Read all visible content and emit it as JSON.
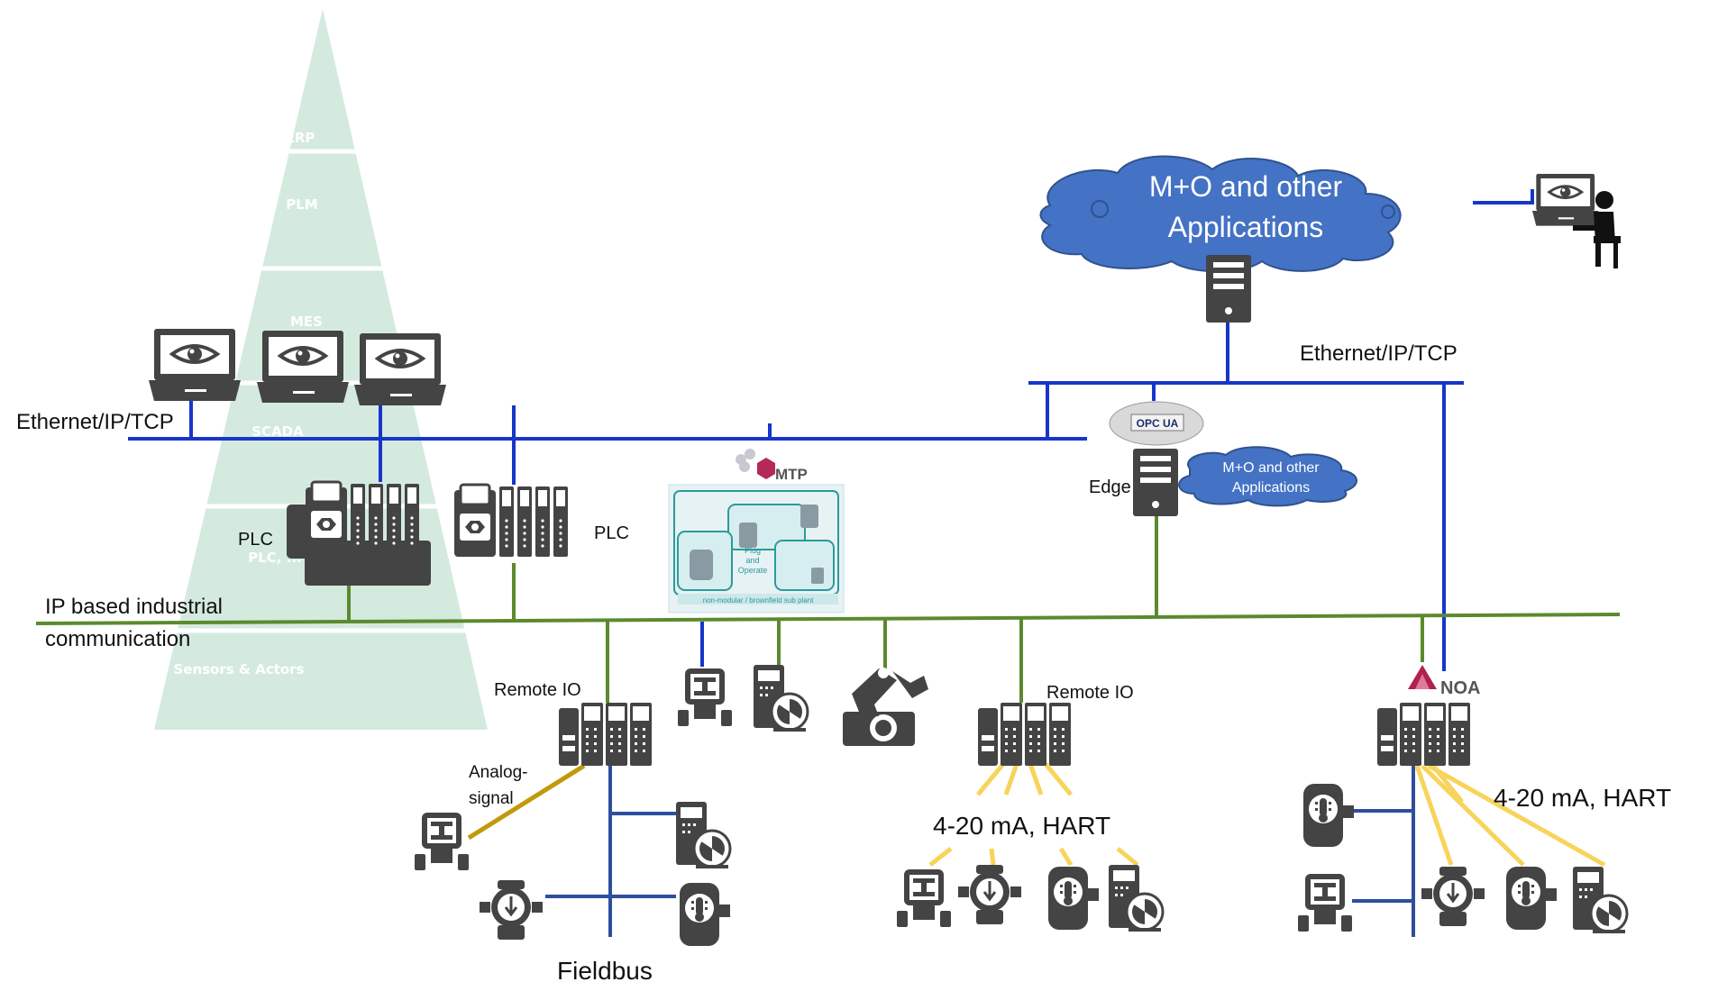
{
  "pyramid": {
    "levels": [
      "ERP",
      "PLM",
      "MES",
      "SCADA",
      "PLC, ...",
      "Sensors & Actors"
    ]
  },
  "labels": {
    "ethernet_left": "Ethernet/IP/TCP",
    "ethernet_right": "Ethernet/IP/TCP",
    "ip_line1": "IP based industrial",
    "ip_line2": "communication",
    "plc_left": "PLC",
    "plc_right": "PLC",
    "remote_io_left": "Remote IO",
    "remote_io_mid": "Remote IO",
    "analog_line1": "Analog-",
    "analog_line2": "signal",
    "fieldbus": "Fieldbus",
    "hart_mid": "4-20 mA, HART",
    "hart_right": "4-20 mA, HART",
    "edge": "Edge"
  },
  "cloud_big": {
    "line1": "M+O and other",
    "line2": "Applications"
  },
  "cloud_small": {
    "line1": "M+O and other",
    "line2": "Applications"
  },
  "badges": {
    "mtp": "MTP",
    "noa": "NOA",
    "opcua": "OPC UA"
  },
  "mtp_panel": {
    "center_line1": "Plug",
    "center_line2": "and",
    "center_line3": "Operate",
    "footer": "non-modular / brownfield sub plant"
  },
  "colors": {
    "pyramid": "#d4eadf",
    "ethernet": "#1736c9",
    "ip_bus": "#5b8a2e",
    "fieldbus": "#2e4e9e",
    "analog": "#c09a0c",
    "hart": "#f7d45a",
    "cloud": "#4472c4",
    "device": "#4a4a4a",
    "mtp": "#b5285a",
    "noa": "#b0214e"
  }
}
